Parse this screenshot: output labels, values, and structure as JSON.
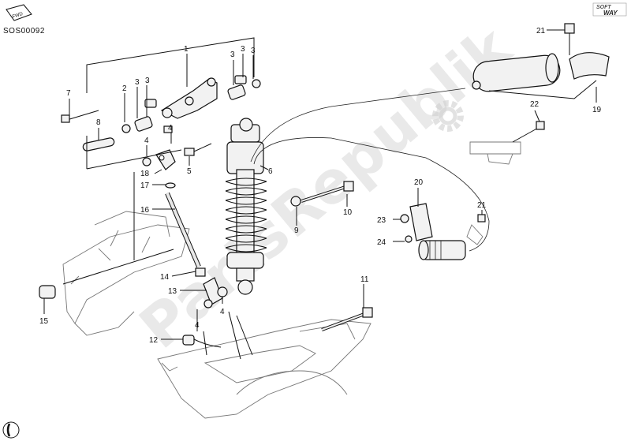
{
  "diagram": {
    "code": "SOS00092",
    "fwd_label": "FWD",
    "brand_logo": [
      "SOFT",
      "WAY"
    ],
    "watermark": "PartsRepublik",
    "callouts": [
      "1",
      "2",
      "3",
      "3",
      "3",
      "3",
      "3",
      "4",
      "4",
      "4",
      "4",
      "5",
      "6",
      "7",
      "8",
      "9",
      "10",
      "11",
      "12",
      "13",
      "14",
      "15",
      "16",
      "17",
      "18",
      "19",
      "20",
      "21",
      "21",
      "22",
      "23",
      "24"
    ]
  }
}
